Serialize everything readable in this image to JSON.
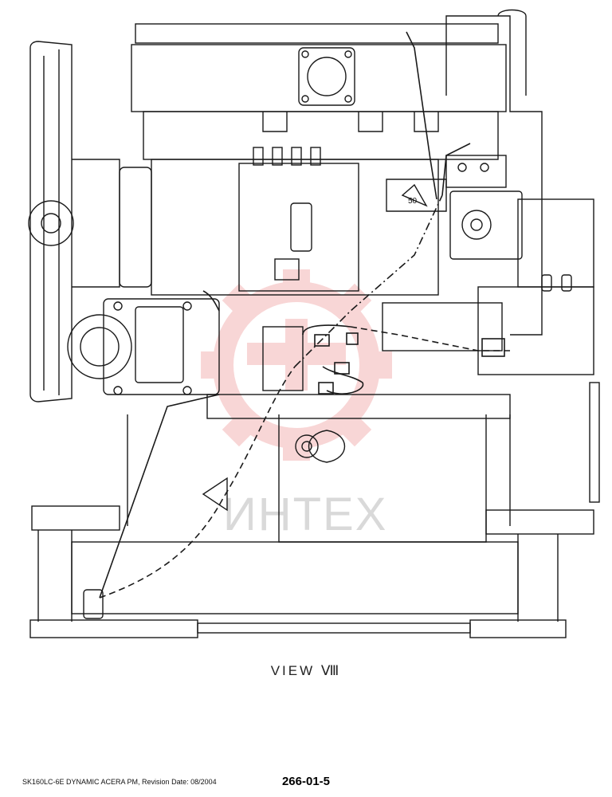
{
  "diagram": {
    "view_label": "VIEW Ⅷ",
    "callout": "50",
    "watermark": "ИНТЕХ"
  },
  "footer": {
    "document_info": "SK160LC-6E DYNAMIC ACERA PM, Revision Date: 08/2004",
    "page_number": "266-01-5"
  },
  "colors": {
    "line": "#1a1a1a",
    "watermark_red": "#f4b6b6",
    "watermark_gray": "#d9d9d9"
  }
}
